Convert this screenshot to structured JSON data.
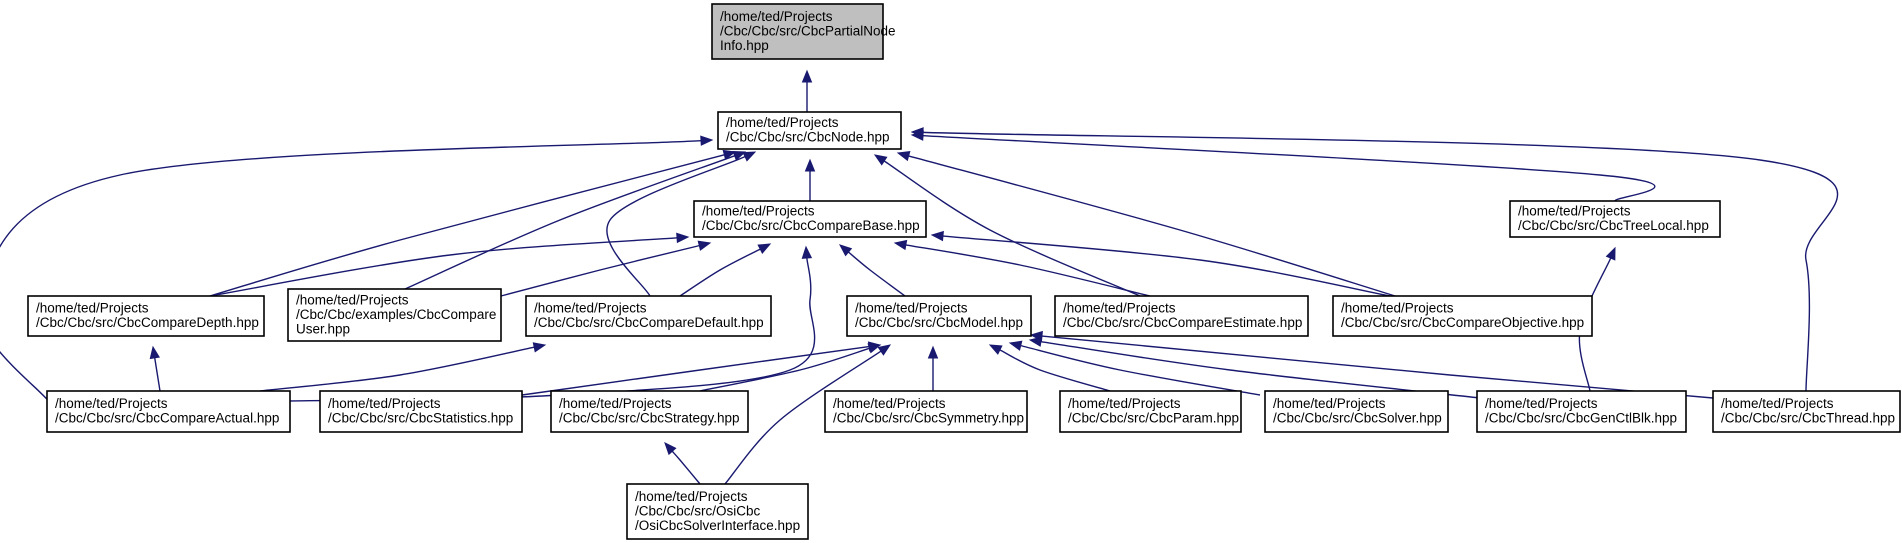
{
  "title": "",
  "diagram": {
    "type": "include-dependency-graph",
    "colors": {
      "edge": "#191970",
      "root_fill": "#bfbfbf",
      "node_fill": "#ffffff",
      "node_border": "#000000"
    },
    "nodes": {
      "partial": {
        "lines": [
          "/home/ted/Projects",
          "/Cbc/Cbc/src/CbcPartialNode",
          "Info.hpp"
        ],
        "root": true
      },
      "node": {
        "lines": [
          "/home/ted/Projects",
          "/Cbc/Cbc/src/CbcNode.hpp"
        ]
      },
      "comparebase": {
        "lines": [
          "/home/ted/Projects",
          "/Cbc/Cbc/src/CbcCompareBase.hpp"
        ]
      },
      "treelocal": {
        "lines": [
          "/home/ted/Projects",
          "/Cbc/Cbc/src/CbcTreeLocal.hpp"
        ]
      },
      "comparedepth": {
        "lines": [
          "/home/ted/Projects",
          "/Cbc/Cbc/src/CbcCompareDepth.hpp"
        ]
      },
      "compareuser": {
        "lines": [
          "/home/ted/Projects",
          "/Cbc/Cbc/examples/CbcCompare",
          "User.hpp"
        ]
      },
      "comparedefault": {
        "lines": [
          "/home/ted/Projects",
          "/Cbc/Cbc/src/CbcCompareDefault.hpp"
        ]
      },
      "model": {
        "lines": [
          "/home/ted/Projects",
          "/Cbc/Cbc/src/CbcModel.hpp"
        ]
      },
      "compareestimate": {
        "lines": [
          "/home/ted/Projects",
          "/Cbc/Cbc/src/CbcCompareEstimate.hpp"
        ]
      },
      "compareobjective": {
        "lines": [
          "/home/ted/Projects",
          "/Cbc/Cbc/src/CbcCompareObjective.hpp"
        ]
      },
      "compareactual": {
        "lines": [
          "/home/ted/Projects",
          "/Cbc/Cbc/src/CbcCompareActual.hpp"
        ]
      },
      "statistics": {
        "lines": [
          "/home/ted/Projects",
          "/Cbc/Cbc/src/CbcStatistics.hpp"
        ]
      },
      "strategy": {
        "lines": [
          "/home/ted/Projects",
          "/Cbc/Cbc/src/CbcStrategy.hpp"
        ]
      },
      "symmetry": {
        "lines": [
          "/home/ted/Projects",
          "/Cbc/Cbc/src/CbcSymmetry.hpp"
        ]
      },
      "param": {
        "lines": [
          "/home/ted/Projects",
          "/Cbc/Cbc/src/CbcParam.hpp"
        ]
      },
      "solver": {
        "lines": [
          "/home/ted/Projects",
          "/Cbc/Cbc/src/CbcSolver.hpp"
        ]
      },
      "genctlblk": {
        "lines": [
          "/home/ted/Projects",
          "/Cbc/Cbc/src/CbcGenCtlBlk.hpp"
        ]
      },
      "thread": {
        "lines": [
          "/home/ted/Projects",
          "/Cbc/Cbc/src/CbcThread.hpp"
        ]
      },
      "osicbc": {
        "lines": [
          "/home/ted/Projects",
          "/Cbc/Cbc/src/OsiCbc",
          "/OsiCbcSolverInterface.hpp"
        ]
      }
    },
    "edges": [
      {
        "from": "node",
        "to": "partial"
      },
      {
        "from": "comparebase",
        "to": "node"
      },
      {
        "from": "treelocal",
        "to": "node"
      },
      {
        "from": "comparedepth",
        "to": "node"
      },
      {
        "from": "compareuser",
        "to": "node"
      },
      {
        "from": "comparedefault",
        "to": "node"
      },
      {
        "from": "compareestimate",
        "to": "node"
      },
      {
        "from": "compareobjective",
        "to": "node"
      },
      {
        "from": "compareactual",
        "to": "node"
      },
      {
        "from": "thread",
        "to": "node"
      },
      {
        "from": "comparedepth",
        "to": "comparebase"
      },
      {
        "from": "compareuser",
        "to": "comparebase"
      },
      {
        "from": "comparedefault",
        "to": "comparebase"
      },
      {
        "from": "model",
        "to": "comparebase"
      },
      {
        "from": "compareestimate",
        "to": "comparebase"
      },
      {
        "from": "compareobjective",
        "to": "comparebase"
      },
      {
        "from": "compareactual",
        "to": "comparebase"
      },
      {
        "from": "genctlblk",
        "to": "treelocal"
      },
      {
        "from": "compareactual",
        "to": "comparedepth"
      },
      {
        "from": "compareactual",
        "to": "comparedefault"
      },
      {
        "from": "statistics",
        "to": "model"
      },
      {
        "from": "strategy",
        "to": "model"
      },
      {
        "from": "symmetry",
        "to": "model"
      },
      {
        "from": "param",
        "to": "model"
      },
      {
        "from": "solver",
        "to": "model"
      },
      {
        "from": "genctlblk",
        "to": "model"
      },
      {
        "from": "thread",
        "to": "model"
      },
      {
        "from": "osicbc",
        "to": "model"
      },
      {
        "from": "osicbc",
        "to": "strategy"
      }
    ]
  }
}
